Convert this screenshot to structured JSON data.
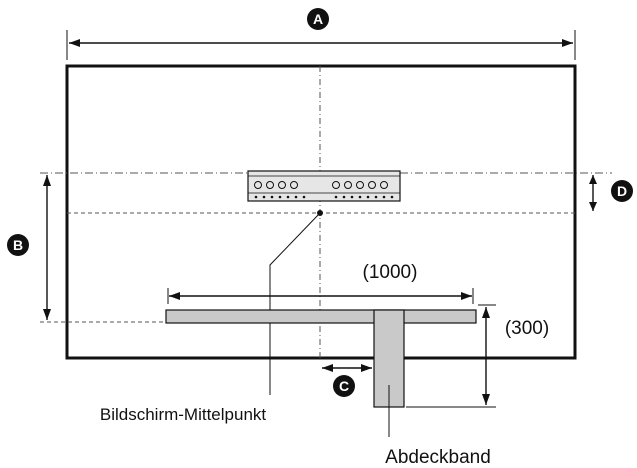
{
  "markers": {
    "a": "A",
    "b": "B",
    "c": "C",
    "d": "D"
  },
  "dimensions": {
    "width_1000": "(1000)",
    "height_300": "(300)"
  },
  "callouts": {
    "screen_center": "Bildschirm-Mittelpunkt",
    "cover_tape": "Abdeckband"
  },
  "colors": {
    "line": "#111111",
    "marker_fill": "#111111",
    "tape_fill": "#c9c9c9",
    "bracket_fill": "#e6e6e6",
    "dash": "#555555"
  }
}
